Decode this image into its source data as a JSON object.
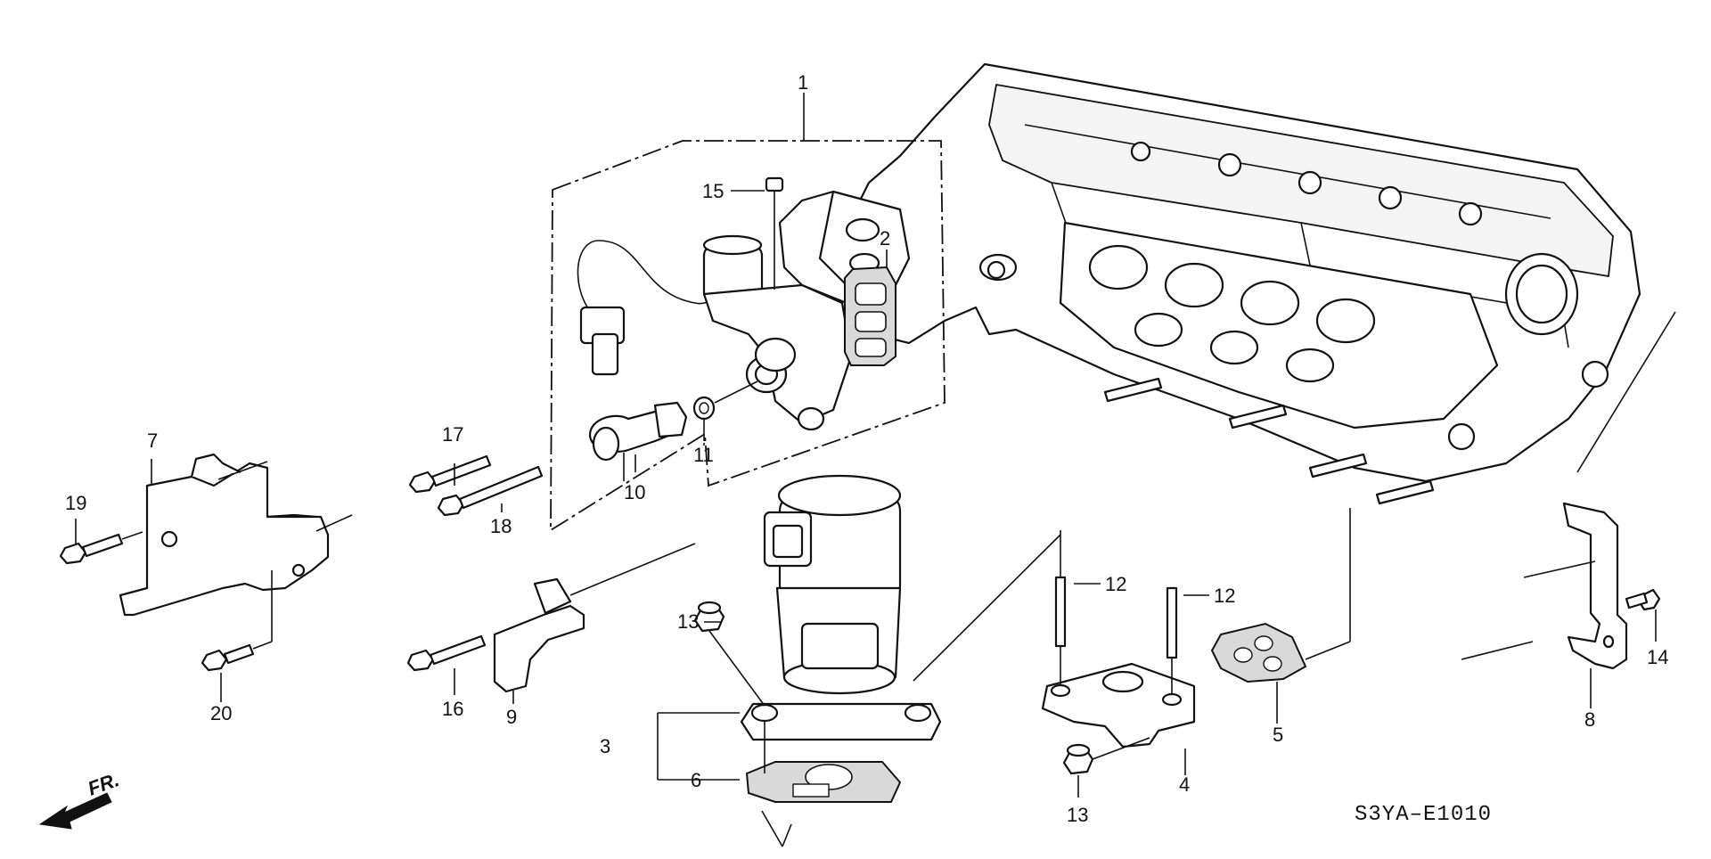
{
  "diagram": {
    "code": "S3YA–E1010",
    "direction_label": "FR.",
    "callouts": {
      "c1": "1",
      "c2": "2",
      "c3": "3",
      "c4": "4",
      "c5": "5",
      "c6": "6",
      "c7": "7",
      "c8": "8",
      "c9": "9",
      "c10": "10",
      "c11": "11",
      "c12a": "12",
      "c12b": "12",
      "c13a": "13",
      "c13b": "13",
      "c14": "14",
      "c15": "15",
      "c16": "16",
      "c17": "17",
      "c18": "18",
      "c19": "19",
      "c20": "20"
    }
  }
}
